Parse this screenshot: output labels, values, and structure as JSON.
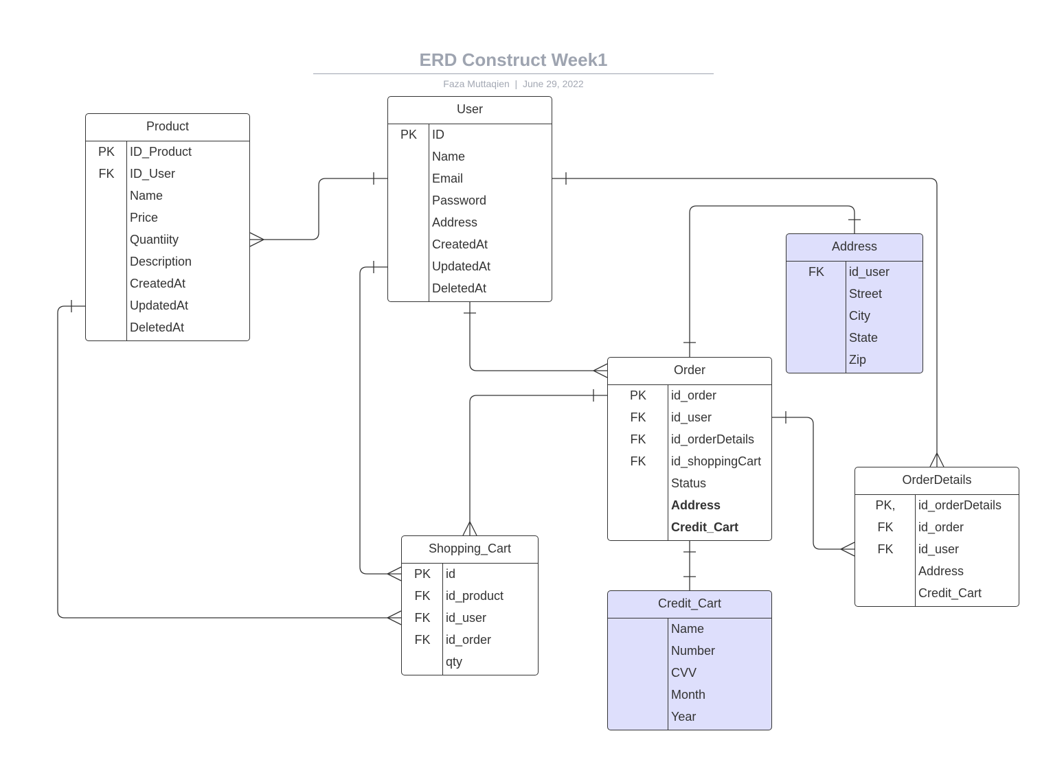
{
  "header": {
    "title": "ERD Construct Week1",
    "author": "Faza Muttaqien",
    "separator": "|",
    "date": "June 29, 2022"
  },
  "entities": [
    {
      "id": "product",
      "name": "Product",
      "shaded": false,
      "attributes": [
        {
          "key": "PK",
          "name": "ID_Product"
        },
        {
          "key": "FK",
          "name": "ID_User"
        },
        {
          "key": "",
          "name": "Name"
        },
        {
          "key": "",
          "name": "Price"
        },
        {
          "key": "",
          "name": "Quantiity"
        },
        {
          "key": "",
          "name": "Description"
        },
        {
          "key": "",
          "name": "CreatedAt"
        },
        {
          "key": "",
          "name": "UpdatedAt"
        },
        {
          "key": "",
          "name": "DeletedAt"
        }
      ]
    },
    {
      "id": "user",
      "name": "User",
      "shaded": false,
      "attributes": [
        {
          "key": "PK",
          "name": "ID"
        },
        {
          "key": "",
          "name": "Name"
        },
        {
          "key": "",
          "name": "Email"
        },
        {
          "key": "",
          "name": "Password"
        },
        {
          "key": "",
          "name": "Address"
        },
        {
          "key": "",
          "name": "CreatedAt"
        },
        {
          "key": "",
          "name": "UpdatedAt"
        },
        {
          "key": "",
          "name": "DeletedAt"
        }
      ]
    },
    {
      "id": "address",
      "name": "Address",
      "shaded": true,
      "attributes": [
        {
          "key": "FK",
          "name": "id_user"
        },
        {
          "key": "",
          "name": "Street"
        },
        {
          "key": "",
          "name": "City"
        },
        {
          "key": "",
          "name": "State"
        },
        {
          "key": "",
          "name": "Zip"
        }
      ]
    },
    {
      "id": "order",
      "name": "Order",
      "shaded": false,
      "attributes": [
        {
          "key": "PK",
          "name": "id_order"
        },
        {
          "key": "FK",
          "name": "id_user"
        },
        {
          "key": "FK",
          "name": "id_orderDetails"
        },
        {
          "key": "FK",
          "name": "id_shoppingCart"
        },
        {
          "key": "",
          "name": "Status"
        },
        {
          "key": "",
          "name": "Address",
          "bold": true
        },
        {
          "key": "",
          "name": "Credit_Cart",
          "bold": true
        }
      ]
    },
    {
      "id": "orderdetails",
      "name": "OrderDetails",
      "shaded": false,
      "attributes": [
        {
          "key": "PK,",
          "name": "id_orderDetails"
        },
        {
          "key": "FK",
          "name": "id_order"
        },
        {
          "key": "FK",
          "name": "id_user"
        },
        {
          "key": "",
          "name": "Address"
        },
        {
          "key": "",
          "name": "Credit_Cart"
        }
      ]
    },
    {
      "id": "shopping-cart",
      "name": "Shopping_Cart",
      "shaded": false,
      "attributes": [
        {
          "key": "PK",
          "name": "id"
        },
        {
          "key": "FK",
          "name": "id_product"
        },
        {
          "key": "FK",
          "name": "id_user"
        },
        {
          "key": "FK",
          "name": "id_order"
        },
        {
          "key": "",
          "name": "qty"
        }
      ]
    },
    {
      "id": "credit-cart",
      "name": "Credit_Cart",
      "shaded": true,
      "attributes": [
        {
          "key": "",
          "name": "Name"
        },
        {
          "key": "",
          "name": "Number"
        },
        {
          "key": "",
          "name": "CVV"
        },
        {
          "key": "",
          "name": "Month"
        },
        {
          "key": "",
          "name": "Year"
        }
      ]
    }
  ],
  "relationships": [
    {
      "id": "user-product",
      "from": "user",
      "to": "product",
      "from_end": "one",
      "to_end": "many"
    },
    {
      "id": "user-orderdetails",
      "from": "user",
      "to": "orderdetails",
      "from_end": "one",
      "to_end": "many"
    },
    {
      "id": "user-shopping-cart",
      "from": "user",
      "to": "shopping-cart",
      "from_end": "one",
      "to_end": "many"
    },
    {
      "id": "user-order",
      "from": "user",
      "to": "order",
      "from_end": "one",
      "to_end": "many"
    },
    {
      "id": "order-address",
      "from": "order",
      "to": "address",
      "from_end": "one",
      "to_end": "one"
    },
    {
      "id": "order-shopping-cart",
      "from": "order",
      "to": "shopping-cart",
      "from_end": "one",
      "to_end": "many"
    },
    {
      "id": "order-orderdetails",
      "from": "order",
      "to": "orderdetails",
      "from_end": "one",
      "to_end": "many"
    },
    {
      "id": "order-credit-cart",
      "from": "order",
      "to": "credit-cart",
      "from_end": "one",
      "to_end": "one"
    },
    {
      "id": "product-shopping-cart",
      "from": "product",
      "to": "shopping-cart",
      "from_end": "one",
      "to_end": "many"
    }
  ],
  "colors": {
    "line": "#333333",
    "border": "#333333",
    "shaded_fill": "#dedffc",
    "title": "#9ea4b0",
    "subtitle": "#a3a8b3",
    "text": "#333333"
  }
}
